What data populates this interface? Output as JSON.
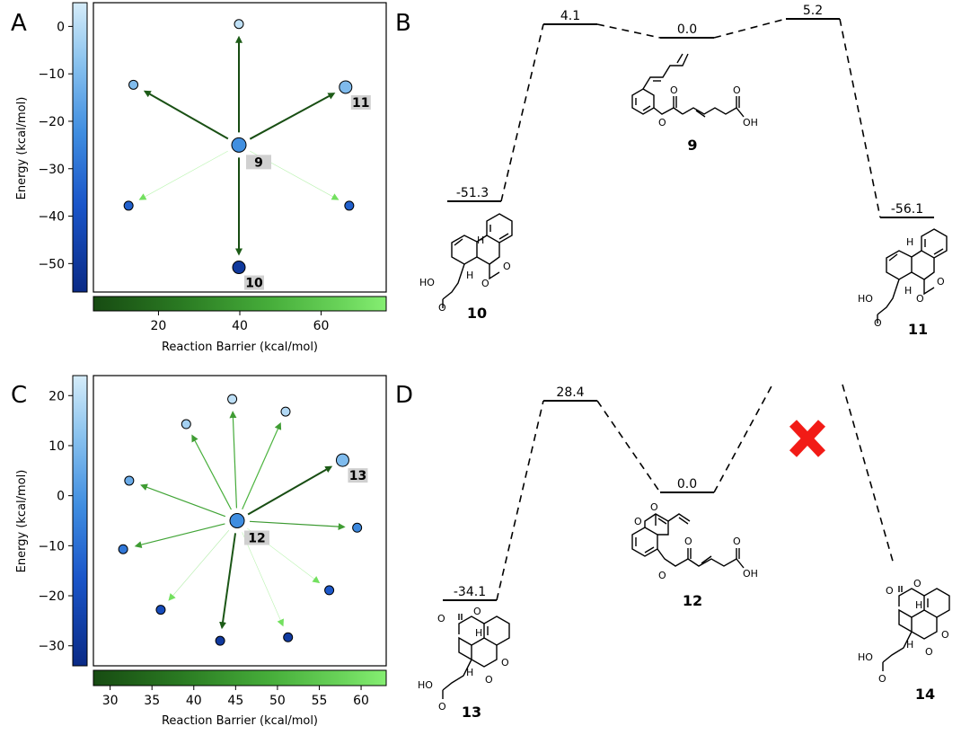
{
  "panels": {
    "A": "A",
    "B": "B",
    "C": "C",
    "D": "D"
  },
  "colors": {
    "energy_cmap": [
      "#0a2a86",
      "#1a55c9",
      "#3f8de0",
      "#8cc4ef",
      "#d5ecf9"
    ],
    "barrier_cmap": [
      "#174b12",
      "#2a7a22",
      "#46ad3a",
      "#6ad45a",
      "#85ee72"
    ],
    "node_stroke": "#000000",
    "label_bg": "#d0d0d0",
    "cross": "#f21b16"
  },
  "chart_data": [
    {
      "panel": "A",
      "type": "scatter",
      "subtype": "network-star",
      "ylabel": "Energy (kcal/mol)",
      "ylim": [
        -56,
        5
      ],
      "yticks": [
        0,
        -10,
        -20,
        -30,
        -40,
        -50
      ],
      "energy_colorbar": {
        "min": -56.1,
        "max": 5.2
      },
      "barrier_colorbar": {
        "label": "Reaction Barrier (kcal/mol)",
        "min": 4,
        "max": 76,
        "ticks": [
          20,
          40,
          60
        ]
      },
      "center": {
        "label": "9",
        "energy": -25
      },
      "nodes": [
        {
          "label": "",
          "energy": 0.5,
          "barrier": 4.1,
          "arrow_strength": "strong",
          "dir": [
            0.0,
            1.0
          ]
        },
        {
          "label": "11",
          "energy": -12.8,
          "barrier": 5.2,
          "arrow_strength": "strong",
          "dir": [
            0.88,
            0.47
          ]
        },
        {
          "label": "",
          "energy": -12.3,
          "barrier": 6.0,
          "arrow_strength": "strong",
          "dir": [
            -0.87,
            0.49
          ]
        },
        {
          "label": "10",
          "energy": -50.8,
          "barrier": 4.1,
          "arrow_strength": "strong",
          "dir": [
            0.0,
            -1.0
          ]
        },
        {
          "label": "",
          "energy": -37.8,
          "barrier": 75,
          "arrow_strength": "faint",
          "dir": [
            -0.91,
            -0.42
          ]
        },
        {
          "label": "",
          "energy": -37.8,
          "barrier": 72,
          "arrow_strength": "faint",
          "dir": [
            0.91,
            -0.42
          ]
        }
      ]
    },
    {
      "panel": "B",
      "type": "line",
      "subtype": "energy-profile",
      "levels": [
        {
          "species": "10",
          "energy": "-51.3"
        },
        {
          "species": "TS",
          "energy": "4.1"
        },
        {
          "species": "9",
          "energy": "0.0"
        },
        {
          "species": "TS",
          "energy": "5.2"
        },
        {
          "species": "11",
          "energy": "-56.1"
        }
      ]
    },
    {
      "panel": "C",
      "type": "scatter",
      "subtype": "network-star",
      "ylabel": "Energy (kcal/mol)",
      "ylim": [
        -34,
        24
      ],
      "yticks": [
        20,
        10,
        0,
        -10,
        -20,
        -30
      ],
      "energy_colorbar": {
        "min": -34.1,
        "max": 24
      },
      "barrier_colorbar": {
        "label": "Reaction Barrier (kcal/mol)",
        "min": 28,
        "max": 63,
        "ticks": [
          30,
          35,
          40,
          45,
          50,
          55,
          60
        ]
      },
      "center": {
        "label": "12",
        "energy": -5
      },
      "nodes": [
        {
          "label": "",
          "energy": 19.3,
          "barrier": 45,
          "dir": [
            -0.04,
            1.0
          ]
        },
        {
          "label": "",
          "energy": 16.8,
          "barrier": 47,
          "dir": [
            0.4,
            0.92
          ]
        },
        {
          "label": "",
          "energy": 14.3,
          "barrier": 46,
          "dir": [
            -0.42,
            0.9
          ]
        },
        {
          "label": "13",
          "energy": 7.1,
          "barrier": 28.4,
          "dir": [
            0.87,
            0.49
          ]
        },
        {
          "label": "",
          "energy": 3.0,
          "barrier": 44,
          "dir": [
            -0.89,
            0.45
          ]
        },
        {
          "label": "",
          "energy": -6.4,
          "barrier": 42,
          "dir": [
            0.99,
            -0.07
          ]
        },
        {
          "label": "",
          "energy": -10.7,
          "barrier": 44,
          "dir": [
            -0.94,
            -0.33
          ]
        },
        {
          "label": "",
          "energy": -18.9,
          "barrier": 62,
          "dir": [
            0.76,
            -0.65
          ]
        },
        {
          "label": "",
          "energy": -22.8,
          "barrier": 58,
          "dir": [
            -0.63,
            -0.78
          ]
        },
        {
          "label": "",
          "energy": -28.3,
          "barrier": 61,
          "dir": [
            0.42,
            -0.91
          ]
        },
        {
          "label": "",
          "energy": -29.0,
          "barrier": 30,
          "dir": [
            -0.14,
            -0.99
          ]
        }
      ]
    },
    {
      "panel": "D",
      "type": "line",
      "subtype": "energy-profile",
      "levels": [
        {
          "species": "13",
          "energy": "-34.1"
        },
        {
          "species": "TS",
          "energy": "28.4"
        },
        {
          "species": "12",
          "energy": "0.0"
        },
        {
          "species": "14",
          "energy": ""
        }
      ],
      "blocked_path": true
    }
  ]
}
